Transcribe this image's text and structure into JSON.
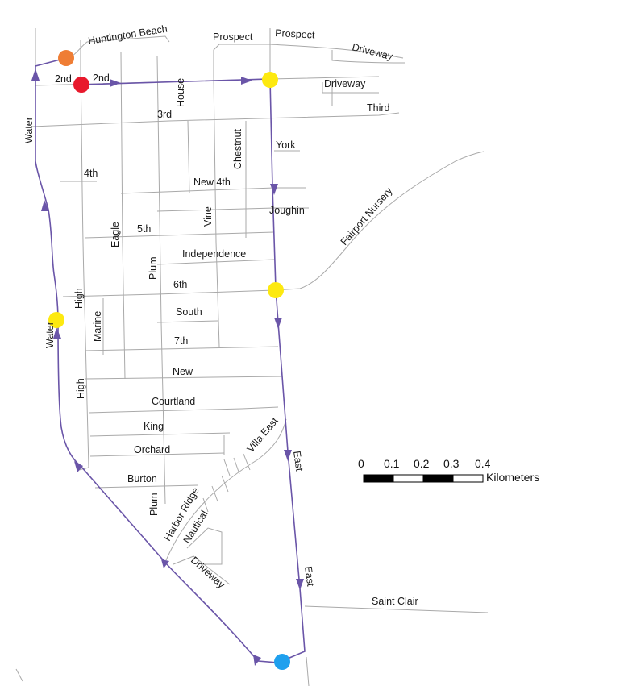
{
  "map": {
    "street_labels": {
      "huntington_beach": "Huntington Beach",
      "prospect_1": "Prospect",
      "prospect_2": "Prospect",
      "driveway_1": "Driveway",
      "driveway_2": "Driveway",
      "driveway_3": "Driveway",
      "second_1": "2nd",
      "second_2": "2nd",
      "house": "House",
      "third_1": "3rd",
      "third_2": "Third",
      "water_1": "Water",
      "water_2": "Water",
      "york": "York",
      "chestnut": "Chestnut",
      "fourth": "4th",
      "new_fourth": "New 4th",
      "joughin": "Joughin",
      "eagle": "Eagle",
      "vine": "Vine",
      "fifth": "5th",
      "fairport_nursery": "Fairport Nursery",
      "plum_1": "Plum",
      "plum_2": "Plum",
      "independence": "Independence",
      "sixth": "6th",
      "high_1": "High",
      "high_2": "High",
      "marine": "Marine",
      "south": "South",
      "seventh": "7th",
      "new": "New",
      "courtland": "Courtland",
      "king": "King",
      "orchard": "Orchard",
      "villa_east": "Villa East",
      "east_1": "East",
      "east_2": "East",
      "burton": "Burton",
      "harbor_ridge": "Harbor Ridge",
      "nautical": "Nautical",
      "saint_clair": "Saint Clair"
    },
    "stops": [
      {
        "id": "stop-orange",
        "color": "#ef7d34"
      },
      {
        "id": "stop-red",
        "color": "#e8192c"
      },
      {
        "id": "stop-yellow-prospect",
        "color": "#fde910"
      },
      {
        "id": "stop-yellow-sixth",
        "color": "#fde910"
      },
      {
        "id": "stop-yellow-water",
        "color": "#fde910"
      },
      {
        "id": "stop-blue",
        "color": "#1fa0ee"
      }
    ],
    "route_color": "#6a55a8",
    "street_color": "#a9a9a9"
  },
  "scale": {
    "ticks": [
      "0",
      "0.1",
      "0.2",
      "0.3",
      "0.4"
    ],
    "unit": "Kilometers"
  }
}
